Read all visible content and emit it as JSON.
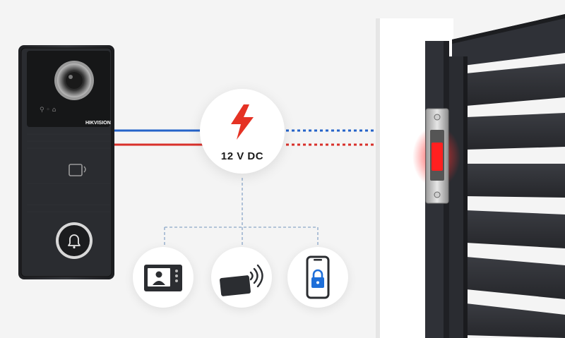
{
  "brand": {
    "logo_text": "HIKVISION"
  },
  "power": {
    "label": "12 V DC",
    "icon": "lightning-bolt-icon"
  },
  "colors": {
    "background": "#f4f4f4",
    "wire_positive": "#d9302a",
    "wire_negative": "#2563c9",
    "lock_light": "#ff2020",
    "bolt": "#e53224",
    "gate": "#2f3137",
    "intercom_body": "#2b2d31",
    "connector_lines": "#8aa6c8"
  },
  "unlock_methods": [
    {
      "name": "indoor-monitor",
      "icon": "video-monitor-icon"
    },
    {
      "name": "access-card",
      "icon": "rfid-card-icon"
    },
    {
      "name": "mobile-app",
      "icon": "smartphone-lock-icon"
    }
  ]
}
